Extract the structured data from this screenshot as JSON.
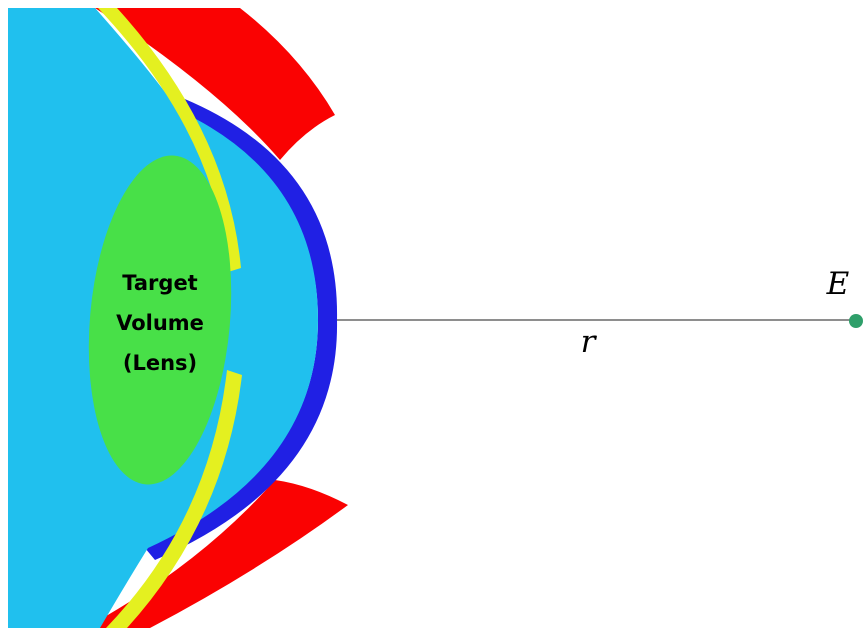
{
  "labels": {
    "target_line1": "Target",
    "target_line2": "Volume",
    "target_line3": "(Lens)",
    "radius": "r",
    "point": "E"
  },
  "colors": {
    "eye_body": "#20c0ee",
    "eyelid": "#fa0202",
    "cornea": "#2020e4",
    "iris": "#e4f020",
    "lens": "#48e048",
    "line": "#4a4a4a",
    "point": "#2f9f6a"
  }
}
